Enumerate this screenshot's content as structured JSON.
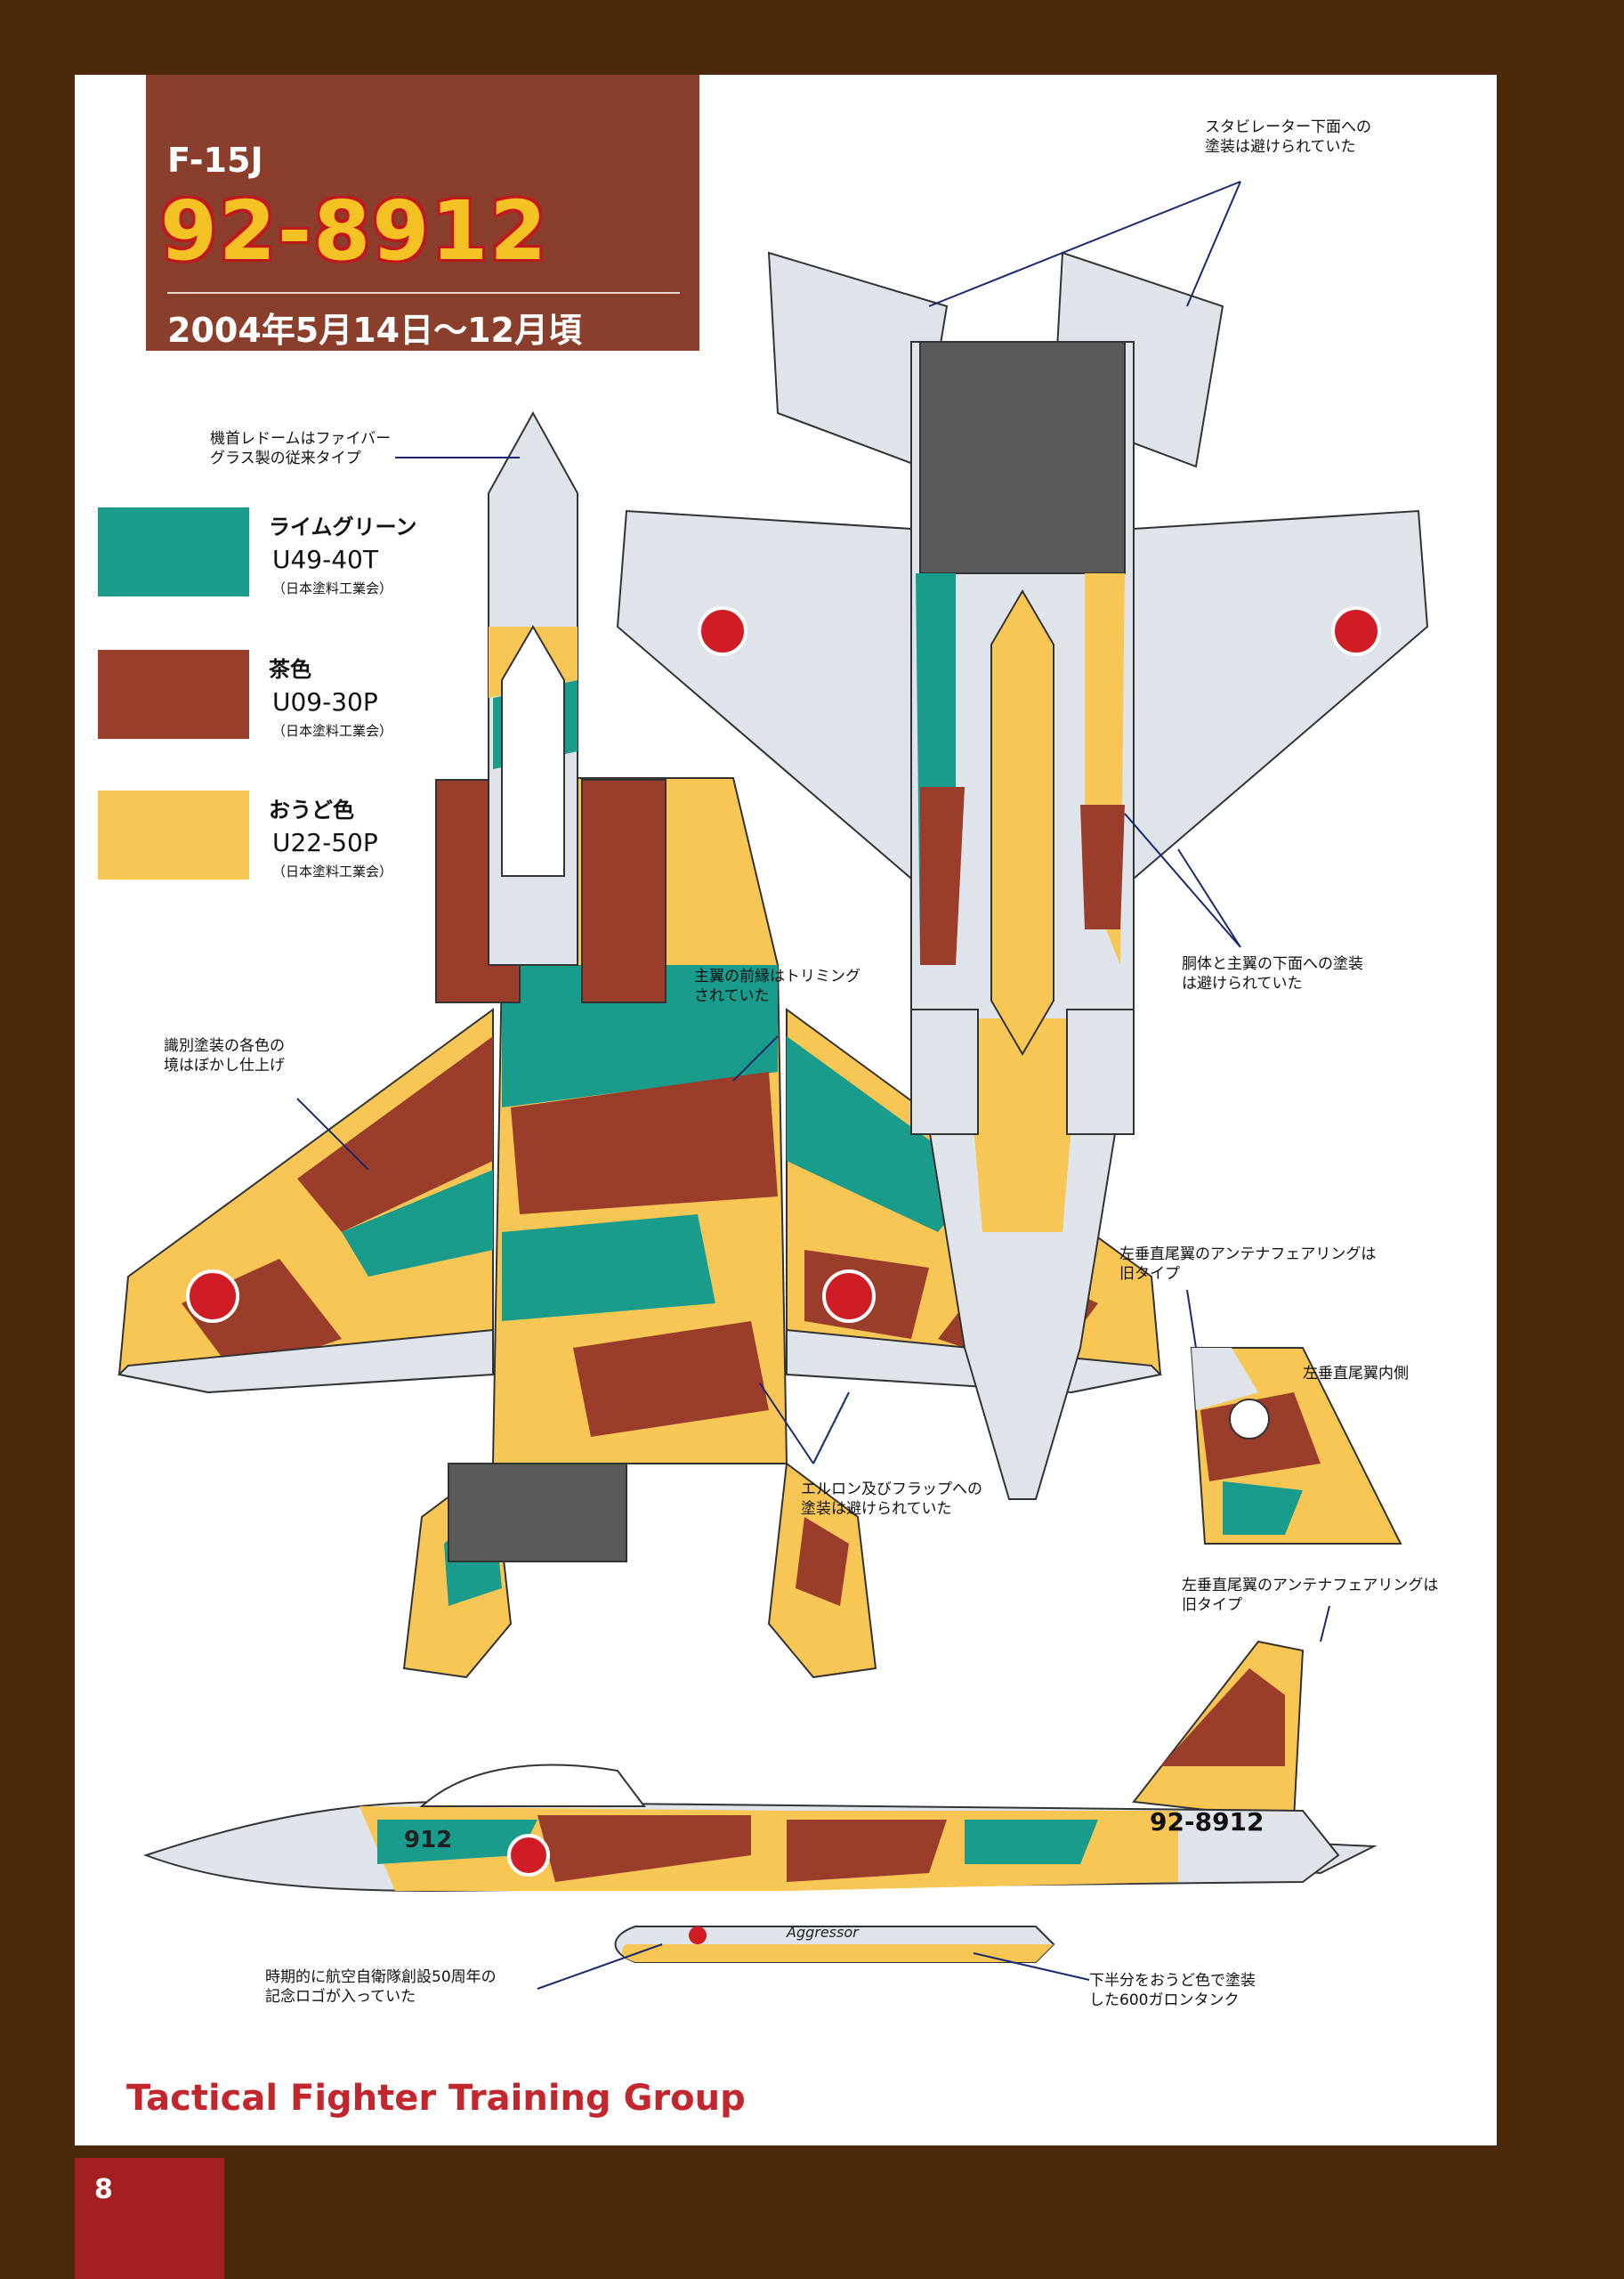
{
  "header": {
    "model": "F-15J",
    "serial": "92-8912",
    "period": "2004年5月14日〜12月頃"
  },
  "legend": [
    {
      "name": "ライムグリーン",
      "code": "U49-40T",
      "maker": "（日本塗料工業会）",
      "color": "#1a9c8c"
    },
    {
      "name": "茶色",
      "code": "U09-30P",
      "maker": "（日本塗料工業会）",
      "color": "#9b3d2b"
    },
    {
      "name": "おうど色",
      "code": "U22-50P",
      "maker": "（日本塗料工業会）",
      "color": "#f7c654"
    }
  ],
  "colors": {
    "frame": "#4a2a0a",
    "title_bg": "#8a3e2c",
    "serial_fill": "#f4c224",
    "serial_outline": "#c0191c",
    "aircraft_grey": "#dfe4ea",
    "hinomaru": "#d01c24",
    "footer_red": "#c1272d"
  },
  "notes": {
    "radome": "機首レドームはファイバー\nグラス製の従来タイプ",
    "stabilator": "スタビレーター下面への\n塗装は避けられていた",
    "leading_edge": "主翼の前縁はトリミング\nされていた",
    "blur": "識別塗装の各色の\n境はぼかし仕上げ",
    "fuselage_under": "胴体と主翼の下面への塗装\nは避けられていた",
    "antenna_top": "左垂直尾翼のアンテナフェアリングは\n旧タイプ",
    "tail_inner": "左垂直尾翼内側",
    "aileron": "エルロン及びフラップへの\n塗装は避けられていた",
    "antenna_side": "左垂直尾翼のアンテナフェアリングは\n旧タイプ",
    "logo": "時期的に航空自衛隊創設50周年の\n記念ロゴが入っていた",
    "tank": "下半分をおうど色で塗装\nした600ガロンタンク"
  },
  "markings": {
    "side_serial": "92-8912",
    "nose_number": "912",
    "tank_text": "Aggressor"
  },
  "footer": "Tactical Fighter Training Group",
  "page_number": "8"
}
